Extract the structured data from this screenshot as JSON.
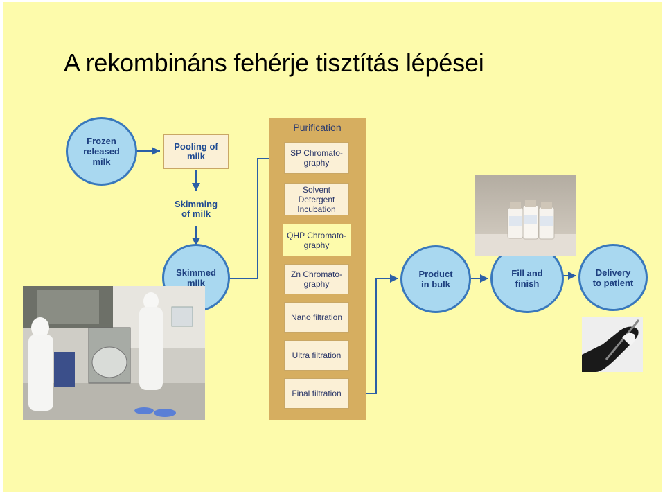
{
  "title": "A rekombináns fehérje tisztítás lépései",
  "purification": {
    "title": "Purification",
    "steps": [
      "SP Chromato-\ngraphy",
      "Solvent\nDetergent\nIncubation",
      "QHP Chromato-\ngraphy",
      "Zn Chromato-\ngraphy",
      "Nano filtration",
      "Ultra filtration",
      "Final filtration"
    ]
  },
  "milk": {
    "frozen": "Frozen\nreleased\nmilk",
    "pooling": "Pooling of\nmilk",
    "skimming": "Skimming\nof milk",
    "skimmed": "Skimmed\nmilk"
  },
  "outputs": {
    "product": "Product\nin bulk",
    "fill": "Fill and\nfinish",
    "delivery": "Delivery\nto patient"
  },
  "colors": {
    "background": "#fdfbab",
    "panel": "#d6ae60",
    "circle_fill": "#a9d8f0",
    "circle_border": "#3978bc",
    "arrow": "#2b5fa6"
  }
}
